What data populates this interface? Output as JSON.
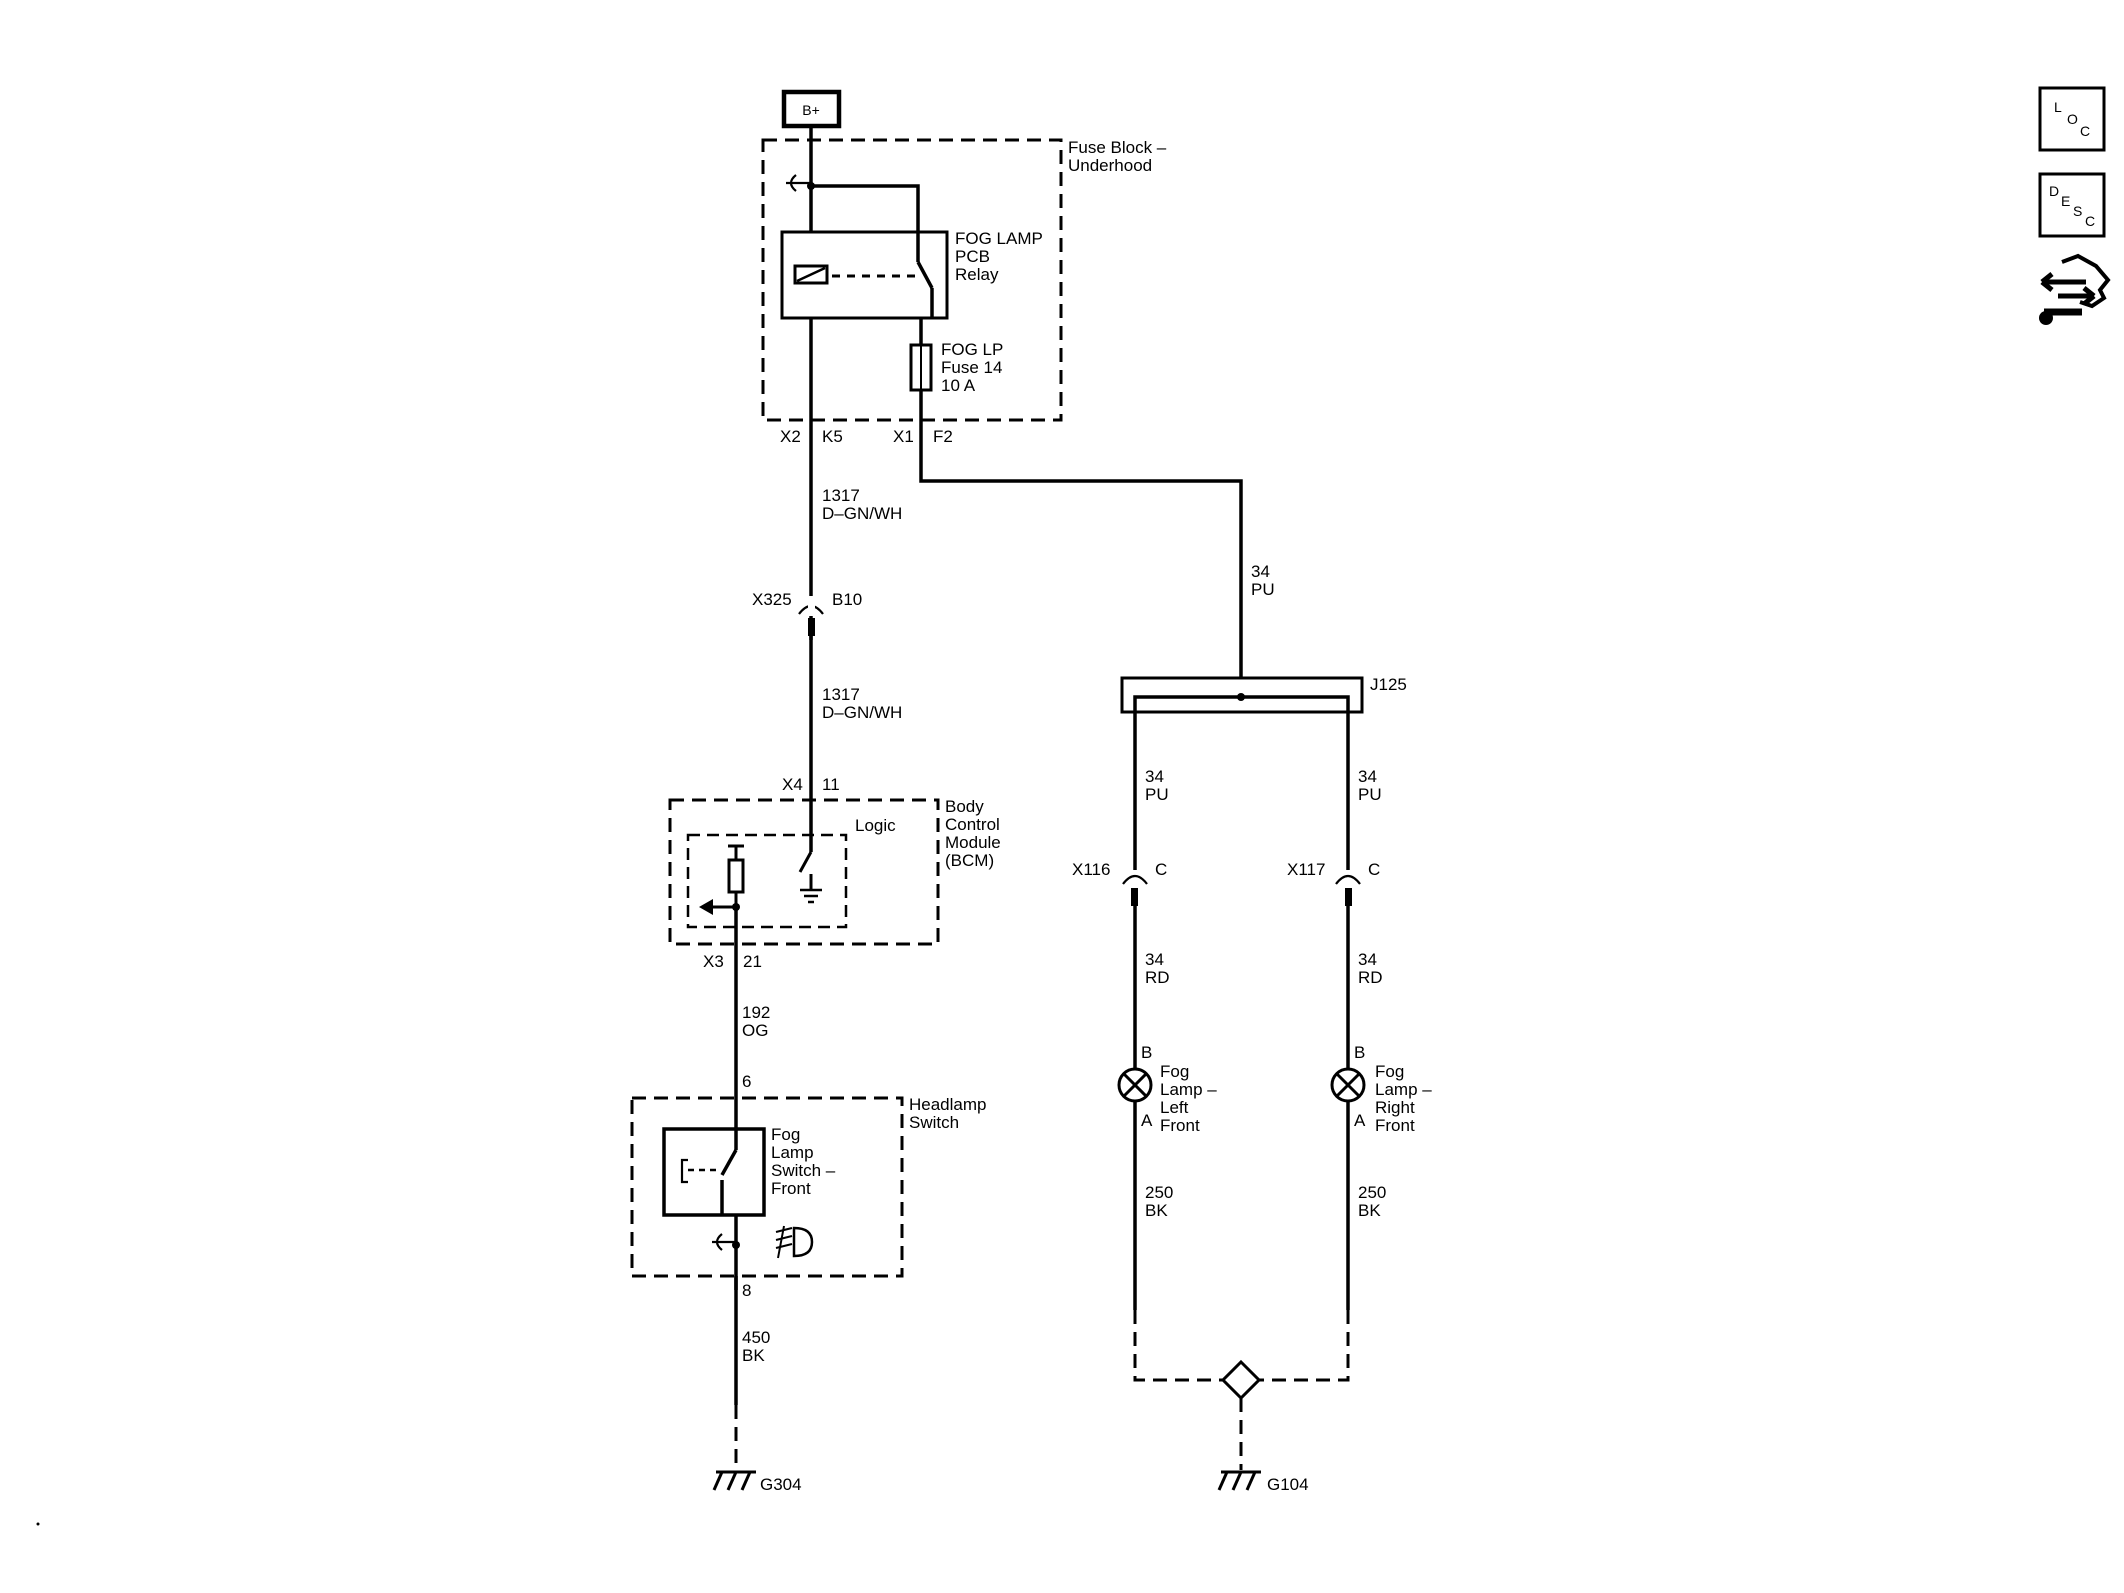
{
  "battery": {
    "label": "B+"
  },
  "fuse_block": {
    "title_line1": "Fuse Block –",
    "title_line2": "Underhood",
    "relay_line1": "FOG LAMP",
    "relay_line2": "PCB",
    "relay_line3": "Relay",
    "fuse_line1": "FOG LP",
    "fuse_line2": "Fuse 14",
    "fuse_line3": "10 A",
    "conn_x2": "X2",
    "pin_k5": "K5",
    "conn_x1": "X1",
    "pin_f2": "F2"
  },
  "wires": {
    "w1317_a_circuit": "1317",
    "w1317_a_color": "D–GN/WH",
    "w1317_b_circuit": "1317",
    "w1317_b_color": "D–GN/WH",
    "w34_top_circuit": "34",
    "w34_top_color": "PU",
    "w34_left_circuit": "34",
    "w34_left_color": "PU",
    "w34_right_circuit": "34",
    "w34_right_color": "PU",
    "w34rd_left_circuit": "34",
    "w34rd_left_color": "RD",
    "w34rd_right_circuit": "34",
    "w34rd_right_color": "RD",
    "w250_left_circuit": "250",
    "w250_left_color": "BK",
    "w250_right_circuit": "250",
    "w250_right_color": "BK",
    "w192_circuit": "192",
    "w192_color": "OG",
    "w450_circuit": "450",
    "w450_color": "BK"
  },
  "connectors": {
    "x325": "X325",
    "x325_pin": "B10",
    "j125": "J125",
    "x116": "X116",
    "x116_pin": "C",
    "x117": "X117",
    "x117_pin": "C"
  },
  "bcm": {
    "title_line1": "Body",
    "title_line2": "Control",
    "title_line3": "Module",
    "title_line4": "(BCM)",
    "logic": "Logic",
    "conn_x4": "X4",
    "pin_11": "11",
    "conn_x3": "X3",
    "pin_21": "21"
  },
  "headlamp_switch": {
    "title_line1": "Headlamp",
    "title_line2": "Switch",
    "switch_line1": "Fog",
    "switch_line2": "Lamp",
    "switch_line3": "Switch –",
    "switch_line4": "Front",
    "pin_6": "6",
    "pin_8": "8"
  },
  "lamps": {
    "left_line1": "Fog",
    "left_line2": "Lamp –",
    "left_line3": "Left",
    "left_line4": "Front",
    "left_pin_b": "B",
    "left_pin_a": "A",
    "right_line1": "Fog",
    "right_line2": "Lamp –",
    "right_line3": "Right",
    "right_line4": "Front",
    "right_pin_b": "B",
    "right_pin_a": "A"
  },
  "grounds": {
    "g304": "G304",
    "g104": "G104"
  },
  "side_icons": {
    "loc_l": "L",
    "loc_o": "O",
    "loc_c": "C",
    "desc_d": "D",
    "desc_e": "E",
    "desc_s": "S",
    "desc_c": "C"
  }
}
